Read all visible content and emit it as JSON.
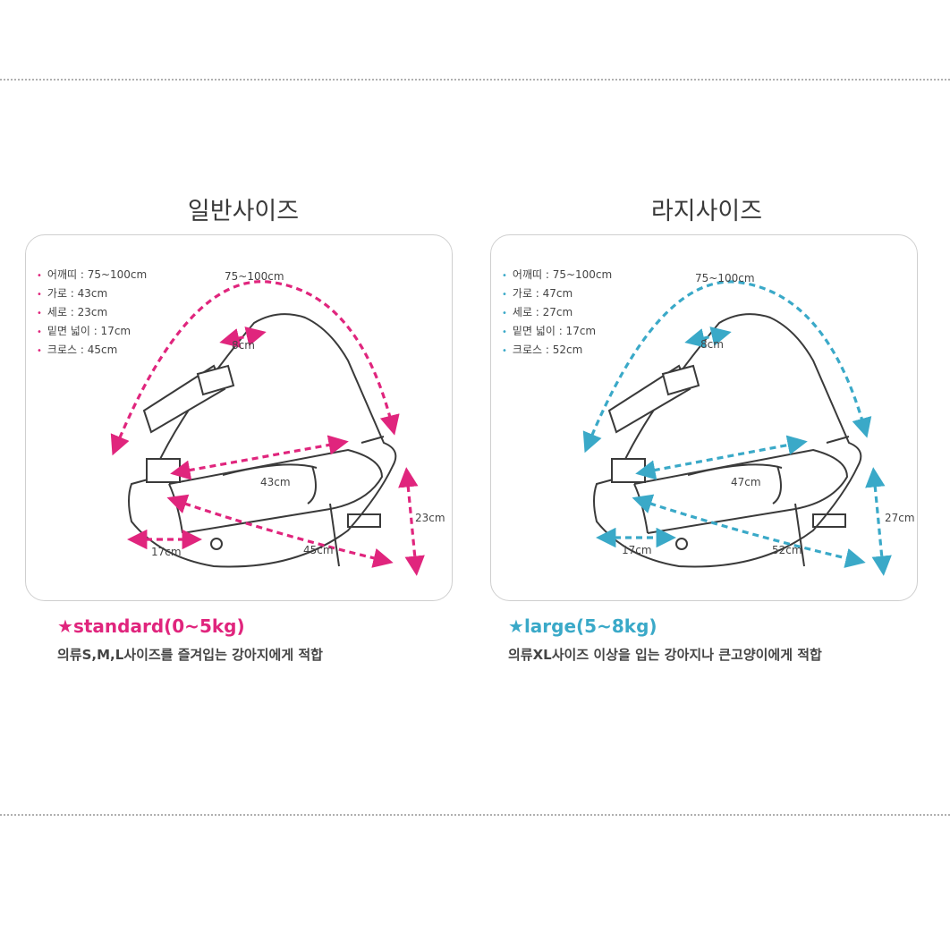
{
  "colors": {
    "standard": "#e0257d",
    "large": "#3aa9c8",
    "line": "#b0b0b0"
  },
  "standard": {
    "title": "일반사이즈",
    "specs": [
      "어깨띠 : 75~100cm",
      "가로 : 43cm",
      "세로 : 23cm",
      "밑면 넓이 : 17cm",
      "크로스 : 45cm"
    ],
    "dims": {
      "strap": "75~100cm",
      "strap_width": "8cm",
      "width": "43cm",
      "height": "23cm",
      "bottom": "17cm",
      "cross": "45cm"
    },
    "badge_icon": "star-icon",
    "badge_star": "★",
    "badge_label": "standard(0~5kg)",
    "description": "의류S,M,L사이즈를 즐겨입는 강아지에게 적합"
  },
  "large": {
    "title": "라지사이즈",
    "specs": [
      "어깨띠 : 75~100cm",
      "가로 : 47cm",
      "세로 : 27cm",
      "밑면 넓이 : 17cm",
      "크로스 : 52cm"
    ],
    "dims": {
      "strap": "75~100cm",
      "strap_width": "8cm",
      "width": "47cm",
      "height": "27cm",
      "bottom": "17cm",
      "cross": "52cm"
    },
    "badge_icon": "star-icon",
    "badge_star": "★",
    "badge_label": "large(5~8kg)",
    "description": "의류XL사이즈 이상을 입는 강아지나 큰고양이에게 적합"
  }
}
